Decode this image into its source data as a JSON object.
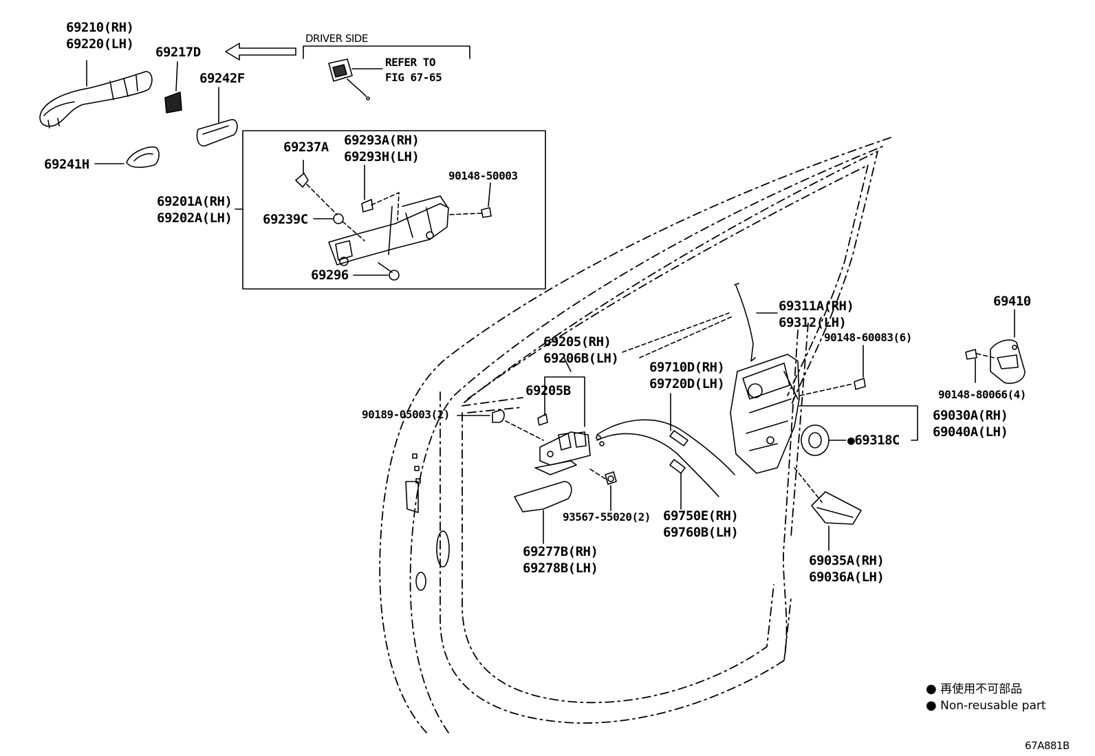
{
  "diagram": {
    "figure_code": "67A881B",
    "driver_side_label": "DRIVER SIDE",
    "refer_to": [
      "REFER TO",
      "FIG 67-65"
    ],
    "parts": {
      "handle_outer": [
        "69210(RH)",
        "69220(LH)"
      ],
      "cap_69217d": "69217D",
      "pad_69242f": "69242F",
      "pad_69241h": "69241H",
      "frame_assy": [
        "69201A(RH)",
        "69202A(LH)"
      ],
      "pin_69237a": "69237A",
      "sensor_69293": [
        "69293A(RH)",
        "69293H(LH)"
      ],
      "bolt_90148_50003": "90148-50003",
      "cushion_69239c": "69239C",
      "screw_69296": "69296",
      "rod_69311": [
        "69311A(RH)",
        "69312(LH)"
      ],
      "screw_90148_60083": "90148-60083(6)",
      "striker_69410": "69410",
      "screw_90148_80066": "90148-80066(4)",
      "inside_handle": [
        "69205(RH)",
        "69206B(LH)"
      ],
      "plate_69205b": "69205B",
      "clip_90189": "90189-05003(2)",
      "cable_69710": [
        "69710D(RH)",
        "69720D(LH)"
      ],
      "lock_assy": [
        "69030A(RH)",
        "69040A(LH)"
      ],
      "seal_69318c": "69318C",
      "screw_93567": "93567-55020(2)",
      "cable_69750": [
        "69750E(RH)",
        "69760B(LH)"
      ],
      "bezel_69277": [
        "69277B(RH)",
        "69278B(LH)"
      ],
      "cover_69035": [
        "69035A(RH)",
        "69036A(LH)"
      ]
    },
    "legend": {
      "symbol": "●",
      "japanese": "再使用不可部品",
      "english": "Non-reusable part"
    }
  }
}
